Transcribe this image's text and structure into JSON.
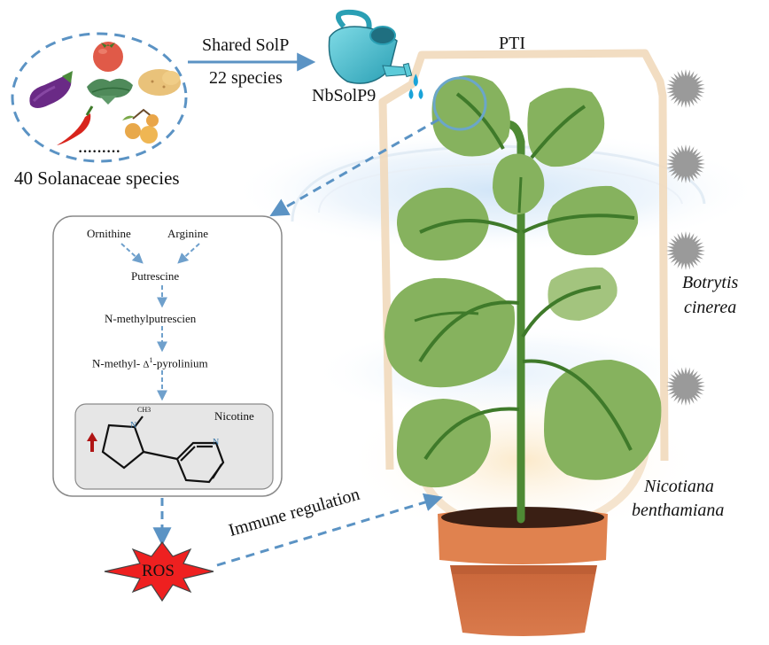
{
  "figure": {
    "solanaceae": {
      "caption": "40 Solanaceae species",
      "ellipsis": "·········",
      "items": [
        "eggplant-icon",
        "tomato-icon",
        "potato-icon",
        "leafy-plant-icon",
        "chili-pepper-icon",
        "physalis-fruit-icon"
      ]
    },
    "shared_arrow": {
      "label_top": "Shared SolP",
      "label_bottom": "22 species"
    },
    "watering_can": {
      "label": "NbSolP9",
      "color": "#3bb6c9"
    },
    "pti": {
      "label": "PTI",
      "frame_color": "#f2dcc0"
    },
    "pathogen": {
      "label_line1": "Botrytis",
      "label_line2": "cinerea",
      "spore_color": "#9a9a9a",
      "spore_count": 4
    },
    "host": {
      "label_line1": "Nicotiana",
      "label_line2": "benthamiana",
      "leaf_color": "#86b25e",
      "vein_color": "#3f7a2a",
      "pot_color": "#d9764a"
    },
    "pathway": {
      "precursors": [
        "Ornithine",
        "Arginine"
      ],
      "steps": [
        "Putrescine",
        "N-methylputrescien",
        "N-methyl-"
      ],
      "step3_delta": "Δ",
      "step3_sup": "1",
      "step3_suffix": "-pyrolinium",
      "product": {
        "name": "Nicotine",
        "methyl_label": "CH3",
        "n_atom": "N",
        "pyridine_n": "N",
        "trend": "up",
        "trend_color": "#b01515"
      }
    },
    "ros": {
      "label": "ROS",
      "color": "#ee2020"
    },
    "immune_arrow": {
      "label": "Immune regulation"
    },
    "arrow_color": "#5b93c4"
  }
}
